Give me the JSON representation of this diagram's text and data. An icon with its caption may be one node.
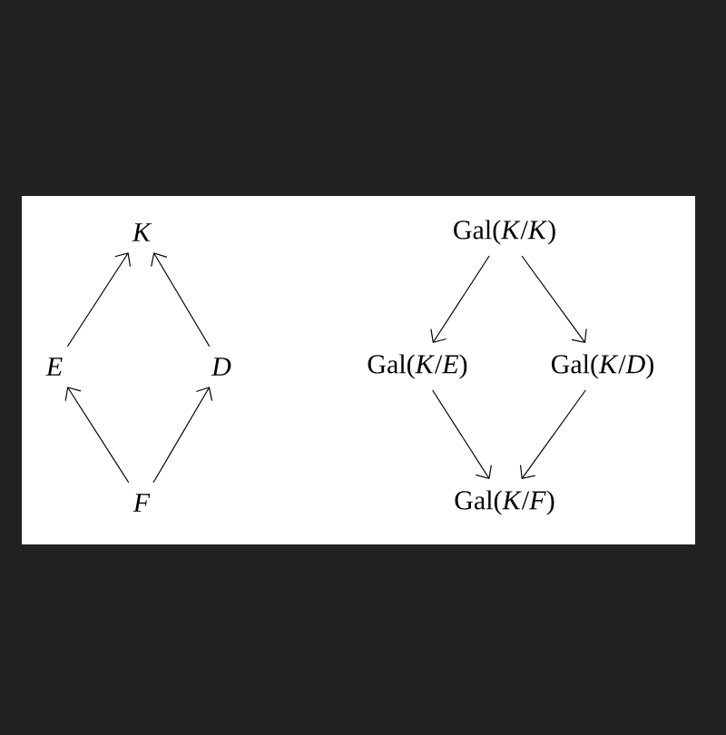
{
  "diagram": {
    "nodes": [
      {
        "text": [
          "K"
        ]
      },
      {
        "text": [
          "E"
        ]
      },
      {
        "text": [
          "D"
        ]
      },
      {
        "text": [
          "F"
        ]
      },
      {
        "text": [
          "Gal(*K*/*K*)"
        ]
      },
      {
        "text": [
          "Gal(*K*/*E*)"
        ]
      },
      {
        "text": [
          "Gal(*K*/*D*)"
        ]
      },
      {
        "text": [
          "Gal(*K*/*F*)"
        ]
      }
    ],
    "edges": [
      {
        "from": 1,
        "to": 0,
        "arrow": "to"
      },
      {
        "from": 2,
        "to": 0,
        "arrow": "to"
      },
      {
        "from": 3,
        "to": 1,
        "arrow": "to"
      },
      {
        "from": 3,
        "to": 2,
        "arrow": "to"
      },
      {
        "from": 4,
        "to": 5,
        "arrow": "to"
      },
      {
        "from": 4,
        "to": 6,
        "arrow": "to"
      },
      {
        "from": 5,
        "to": 7,
        "arrow": "to"
      },
      {
        "from": 6,
        "to": 7,
        "arrow": "to"
      }
    ]
  }
}
